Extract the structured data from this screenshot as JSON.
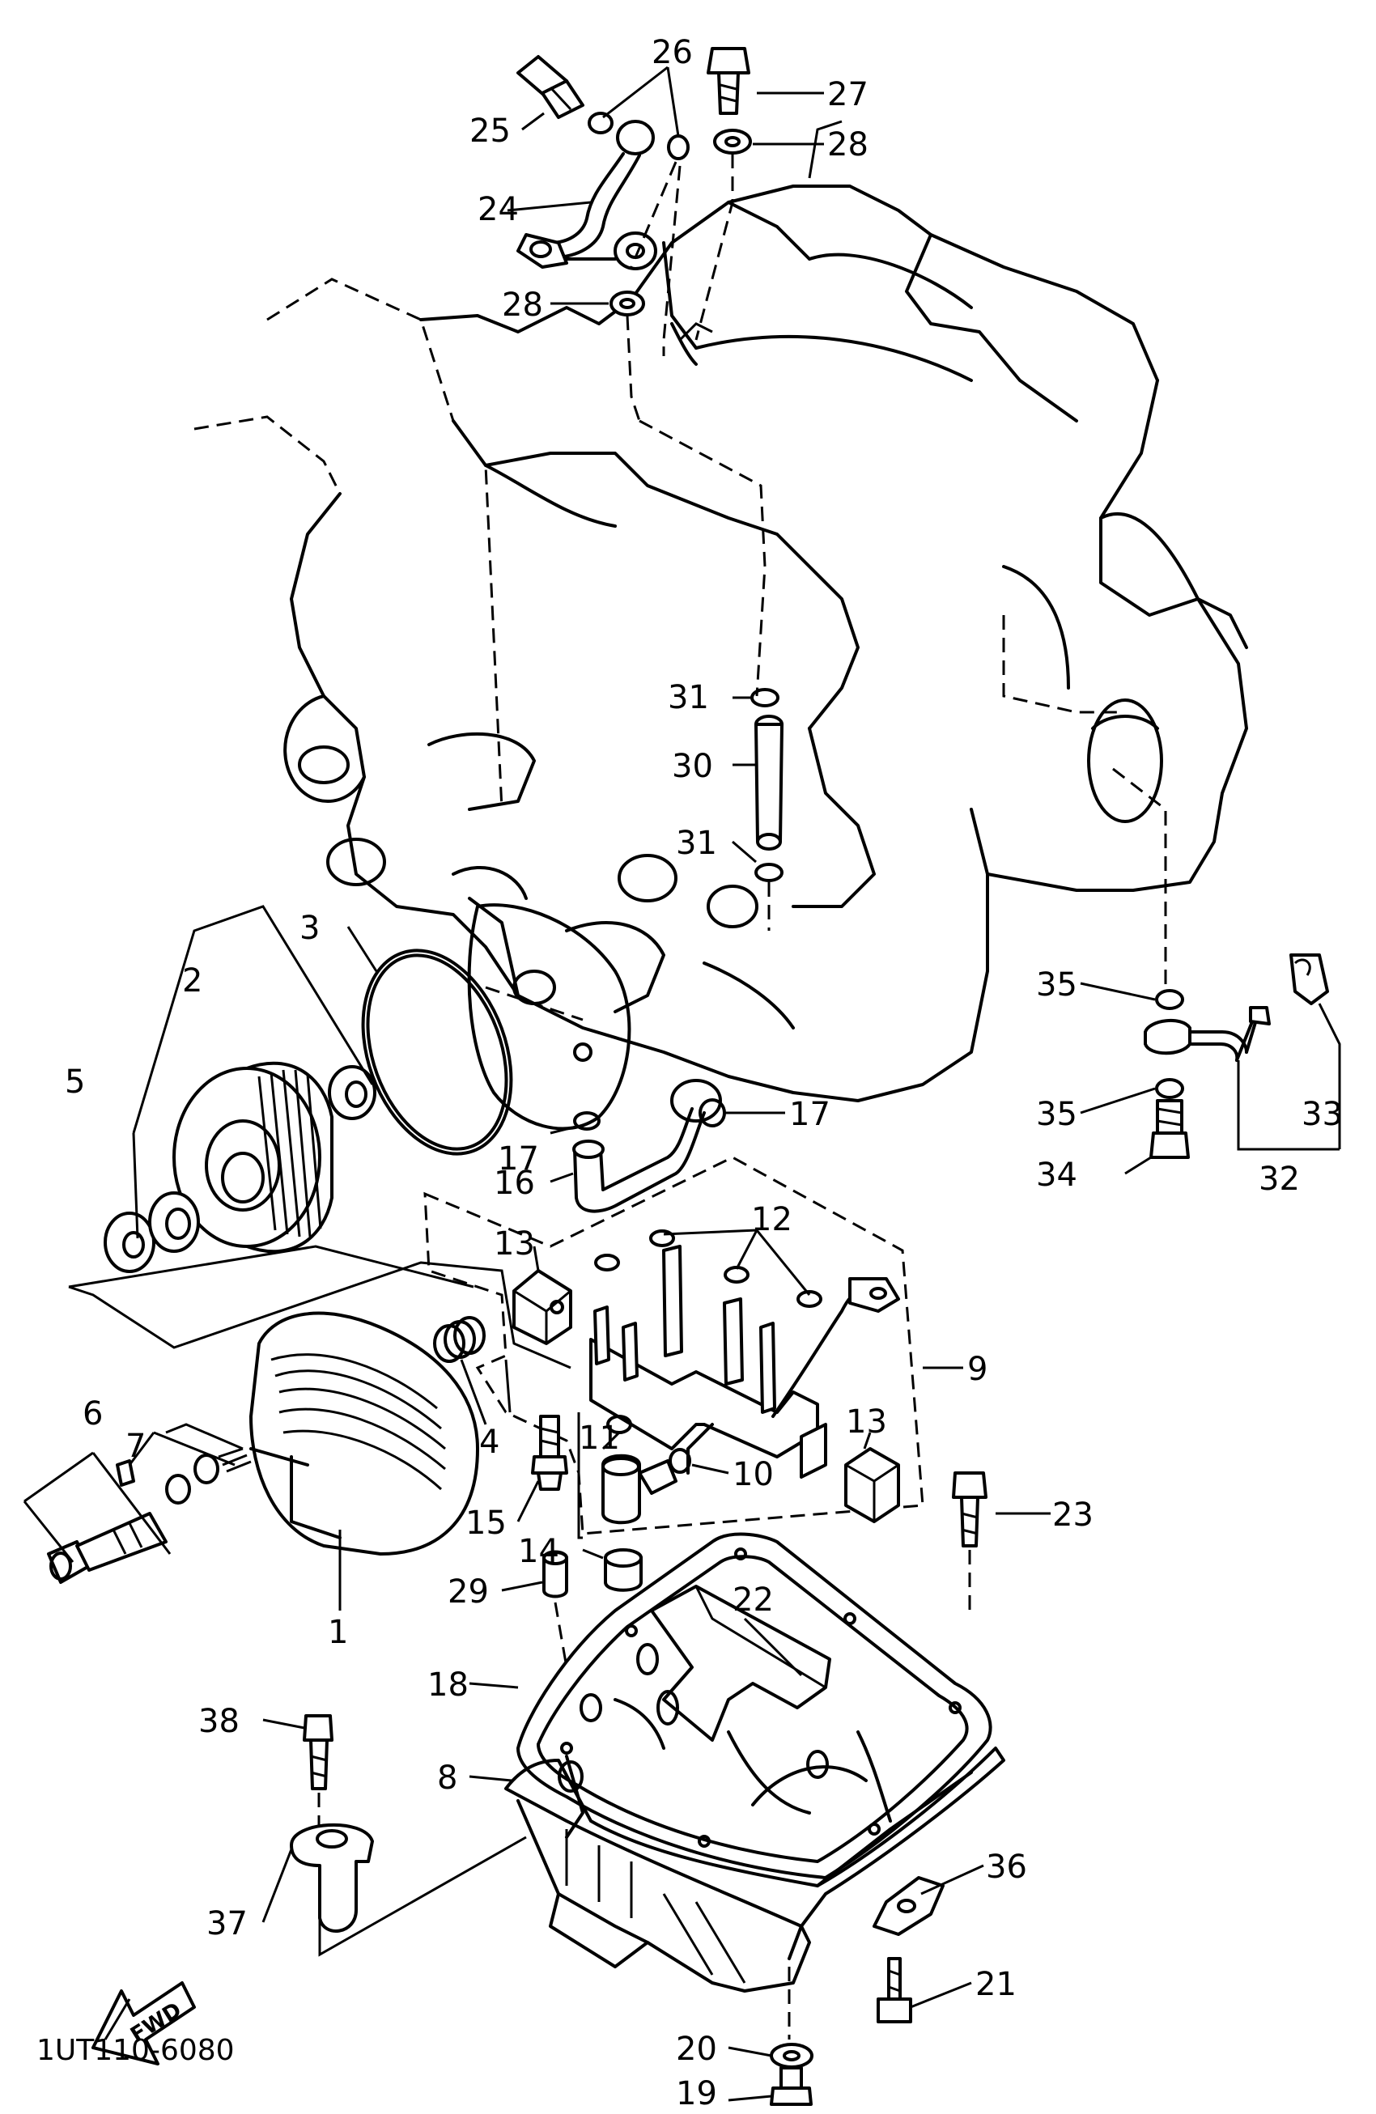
{
  "drawing_code": "1UT110-6080",
  "direction_label": "FWD",
  "callouts": [
    {
      "id": "c1",
      "label": "1"
    },
    {
      "id": "c2",
      "label": "2"
    },
    {
      "id": "c3",
      "label": "3"
    },
    {
      "id": "c4",
      "label": "4"
    },
    {
      "id": "c5",
      "label": "5"
    },
    {
      "id": "c6",
      "label": "6"
    },
    {
      "id": "c7",
      "label": "7"
    },
    {
      "id": "c8",
      "label": "8"
    },
    {
      "id": "c9",
      "label": "9"
    },
    {
      "id": "c10",
      "label": "10"
    },
    {
      "id": "c11",
      "label": "11"
    },
    {
      "id": "c12",
      "label": "12"
    },
    {
      "id": "c13a",
      "label": "13"
    },
    {
      "id": "c13b",
      "label": "13"
    },
    {
      "id": "c14",
      "label": "14"
    },
    {
      "id": "c15",
      "label": "15"
    },
    {
      "id": "c16",
      "label": "16"
    },
    {
      "id": "c17a",
      "label": "17"
    },
    {
      "id": "c17b",
      "label": "17"
    },
    {
      "id": "c18",
      "label": "18"
    },
    {
      "id": "c19",
      "label": "19"
    },
    {
      "id": "c20",
      "label": "20"
    },
    {
      "id": "c21",
      "label": "21"
    },
    {
      "id": "c22",
      "label": "22"
    },
    {
      "id": "c23",
      "label": "23"
    },
    {
      "id": "c24",
      "label": "24"
    },
    {
      "id": "c25",
      "label": "25"
    },
    {
      "id": "c26",
      "label": "26"
    },
    {
      "id": "c27",
      "label": "27"
    },
    {
      "id": "c28a",
      "label": "28"
    },
    {
      "id": "c28b",
      "label": "28"
    },
    {
      "id": "c29",
      "label": "29"
    },
    {
      "id": "c30",
      "label": "30"
    },
    {
      "id": "c31a",
      "label": "31"
    },
    {
      "id": "c31b",
      "label": "31"
    },
    {
      "id": "c32",
      "label": "32"
    },
    {
      "id": "c33",
      "label": "33"
    },
    {
      "id": "c34",
      "label": "34"
    },
    {
      "id": "c35a",
      "label": "35"
    },
    {
      "id": "c35b",
      "label": "35"
    },
    {
      "id": "c36",
      "label": "36"
    },
    {
      "id": "c37",
      "label": "37"
    },
    {
      "id": "c38",
      "label": "38"
    }
  ]
}
